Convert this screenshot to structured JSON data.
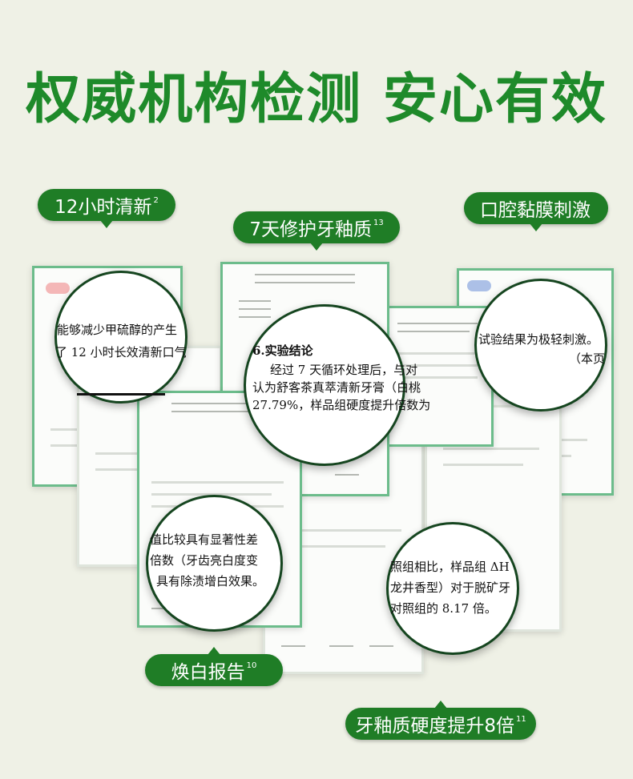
{
  "title": "权威机构检测 安心有效",
  "tags": [
    {
      "text": "12小时清新",
      "sup": "2"
    },
    {
      "text": "7天修护牙釉质",
      "sup": "13"
    },
    {
      "text": "口腔黏膜刺激",
      "sup": ""
    },
    {
      "text": "焕白报告",
      "sup": "10"
    },
    {
      "text": "牙釉质硬度提升8倍",
      "sup": "11"
    }
  ],
  "magnifiers": {
    "fresh": [
      "能够减少甲硫醇的产生",
      "了 12 小时长效清新口气"
    ],
    "repair": [
      "6.实验结论",
      "经过 7 天循环处理后，与对",
      "认为舒客茶真萃清新牙膏（白桃",
      "27.79%，样品组硬度提升倍数为"
    ],
    "mucosa": [
      "试验结果为极轻刺激。",
      "（本页"
    ],
    "whitening": [
      "值比较具有显著性差",
      "倍数（牙齿亮白度变",
      "具有除渍增白效果。"
    ],
    "hardness": [
      "照组相比，样品组 ΔH",
      "龙井香型）对于脱矿牙",
      "对照组的 8.17 倍。"
    ]
  },
  "colors": {
    "accent": "#1f7d26",
    "title": "#1e8a2a",
    "background": "#eff1e6"
  }
}
